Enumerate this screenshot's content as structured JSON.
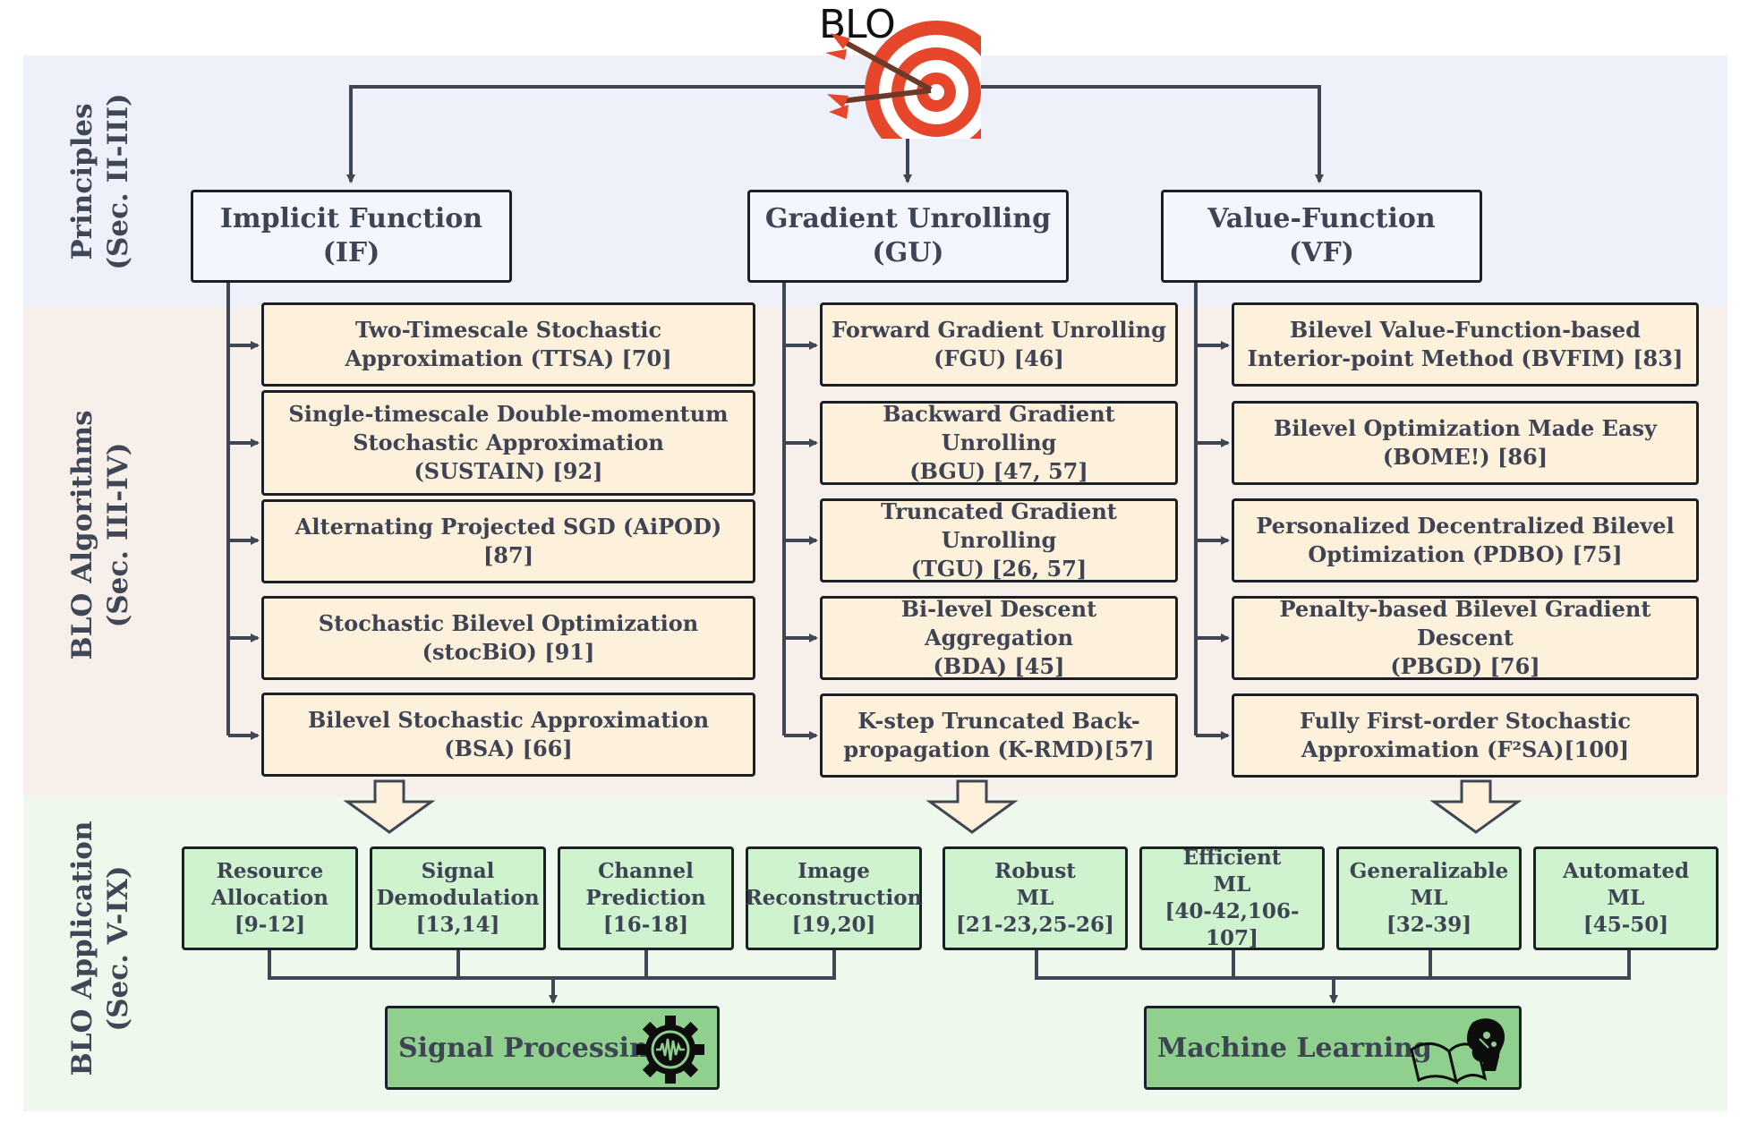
{
  "title": "BLO",
  "sections": {
    "principles": {
      "label": "Principles",
      "sub": "(Sec. II-III)"
    },
    "algorithms": {
      "label": "BLO Algorithms",
      "sub": "(Sec. III-IV)"
    },
    "application": {
      "label": "BLO Application",
      "sub": "(Sec. V-IX)"
    }
  },
  "principles": [
    {
      "name": "Implicit Function",
      "abbr": "(IF)"
    },
    {
      "name": "Gradient Unrolling",
      "abbr": "(GU)"
    },
    {
      "name": "Value-Function",
      "abbr": "(VF)"
    }
  ],
  "algorithms": {
    "if": [
      {
        "l1": "Two-Timescale Stochastic",
        "l2": "Approximation (TTSA) [70]",
        "l3": ""
      },
      {
        "l1": "Single-timescale Double-momentum",
        "l2": "Stochastic Approximation",
        "l3": "(SUSTAIN) [92]"
      },
      {
        "l1": "Alternating Projected SGD (AiPOD) [87]",
        "l2": "",
        "l3": ""
      },
      {
        "l1": "Stochastic Bilevel Optimization",
        "l2": "(stocBiO) [91]",
        "l3": ""
      },
      {
        "l1": "Bilevel Stochastic Approximation",
        "l2": "(BSA) [66]",
        "l3": ""
      }
    ],
    "gu": [
      {
        "l1": "Forward Gradient Unrolling",
        "l2": "(FGU) [46]"
      },
      {
        "l1": "Backward Gradient Unrolling",
        "l2": "(BGU) [47, 57]"
      },
      {
        "l1": "Truncated Gradient Unrolling",
        "l2": "(TGU) [26, 57]"
      },
      {
        "l1": "Bi-level Descent Aggregation",
        "l2": "(BDA) [45]"
      },
      {
        "l1": "K-step Truncated Back-",
        "l2": "propagation (K-RMD)[57]"
      }
    ],
    "vf": [
      {
        "l1": "Bilevel Value-Function-based",
        "l2": "Interior-point Method (BVFIM) [83]"
      },
      {
        "l1": "Bilevel Optimization Made Easy",
        "l2": "(BOME!) [86]"
      },
      {
        "l1": "Personalized Decentralized Bilevel",
        "l2": "Optimization (PDBO) [75]"
      },
      {
        "l1": "Penalty-based Bilevel Gradient Descent",
        "l2": "(PBGD) [76]"
      },
      {
        "l1": "Fully First-order Stochastic",
        "l2": "Approximation (F²SA)[100]"
      }
    ]
  },
  "applications": {
    "signal": [
      {
        "l1": "Resource",
        "l2": "Allocation",
        "l3": "[9-12]"
      },
      {
        "l1": "Signal",
        "l2": "Demodulation",
        "l3": "[13,14]"
      },
      {
        "l1": "Channel",
        "l2": "Prediction",
        "l3": "[16-18]"
      },
      {
        "l1": "Image",
        "l2": "Reconstruction",
        "l3": "[19,20]"
      }
    ],
    "ml": [
      {
        "l1": "Robust",
        "l2": "ML",
        "l3": "[21-23,25-26]"
      },
      {
        "l1": "Efficient",
        "l2": "ML",
        "l3": "[40-42,106-107]"
      },
      {
        "l1": "Generalizable",
        "l2": "ML",
        "l3": "[32-39]"
      },
      {
        "l1": "Automated",
        "l2": "ML",
        "l3": "[45-50]"
      }
    ]
  },
  "domains": {
    "signal": "Signal Processing",
    "ml": "Machine Learning"
  },
  "icons": {
    "target": "target-with-arrows-icon",
    "gear": "gear-waveform-icon",
    "ml": "book-brain-icon"
  }
}
